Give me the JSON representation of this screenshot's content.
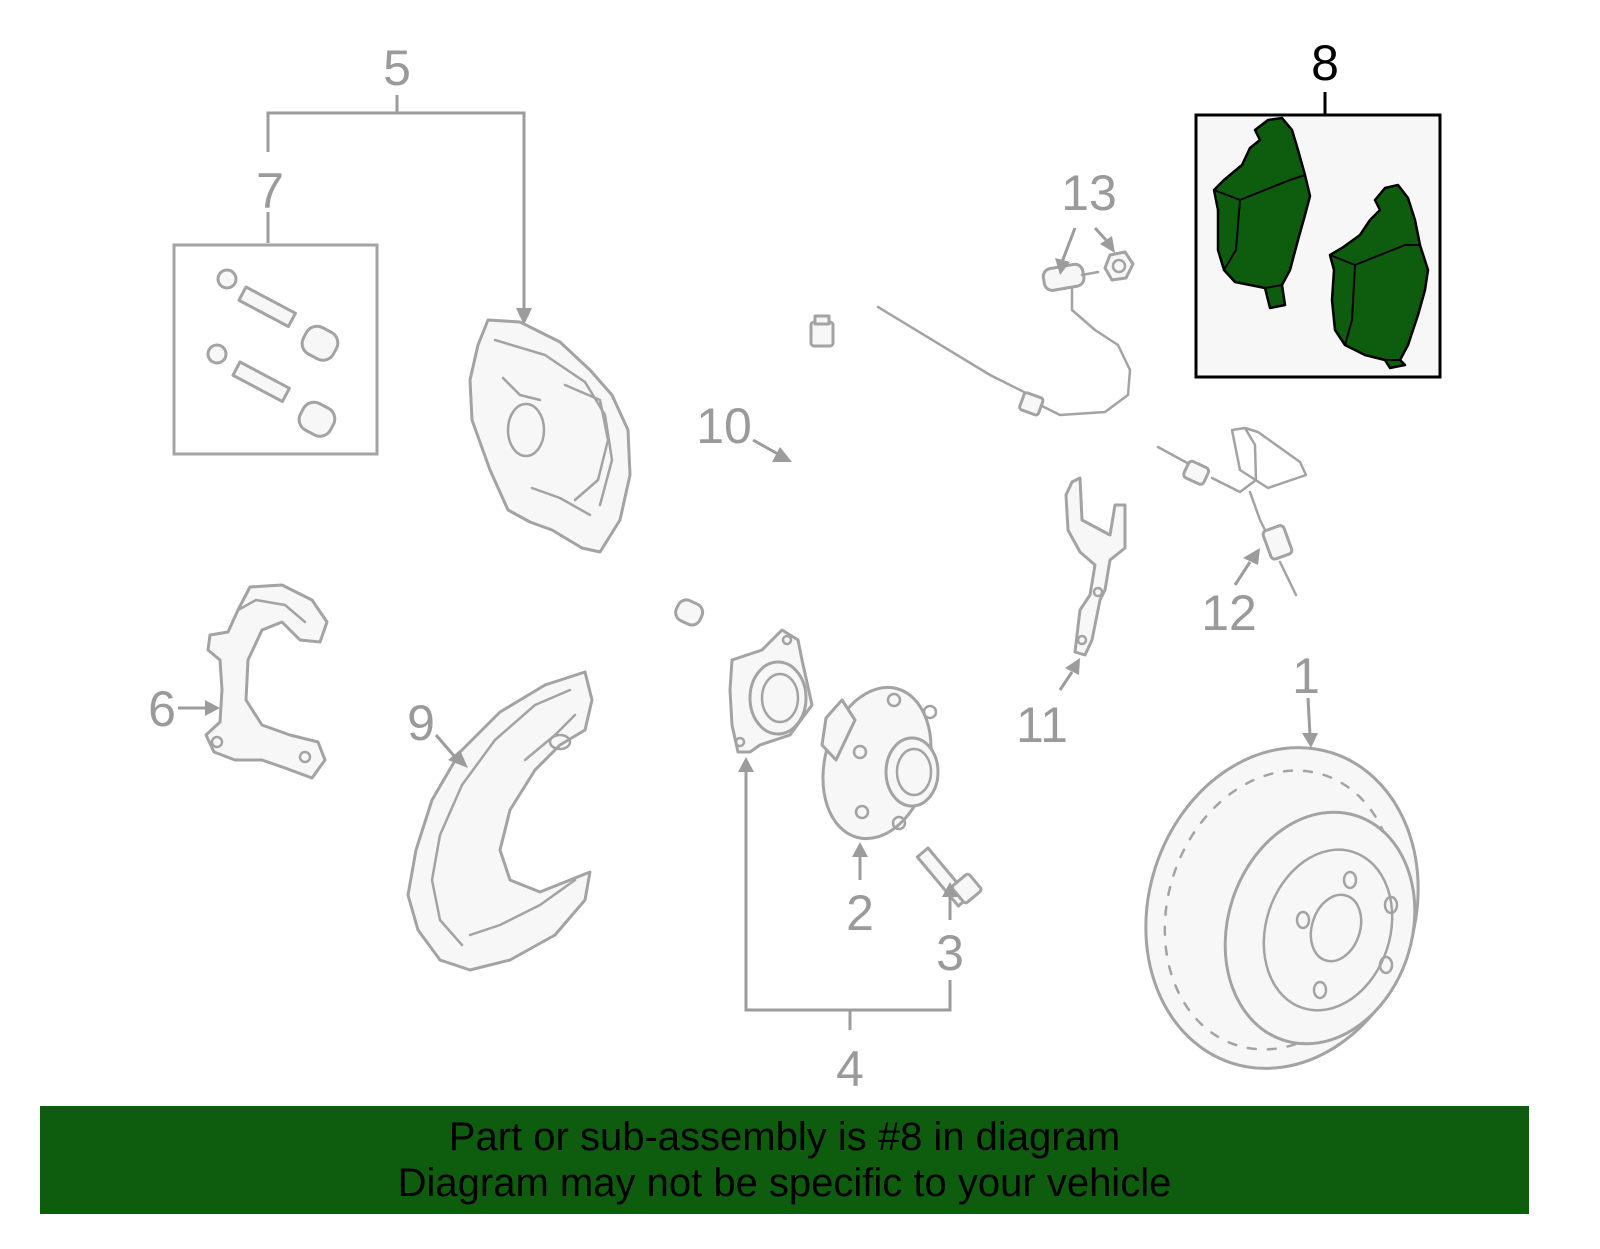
{
  "callouts": {
    "n1": "1",
    "n2": "2",
    "n3": "3",
    "n4": "4",
    "n5": "5",
    "n6": "6",
    "n7": "7",
    "n8": "8",
    "n9": "9",
    "n10": "10",
    "n11": "11",
    "n12": "12",
    "n13": "13"
  },
  "highlighted_part": "8",
  "colors": {
    "highlight_fill": "#0e5c0e",
    "banner_background": "#0e5c0e",
    "part_outline": "#a3a3a3",
    "callout_text": "#9a9a9a",
    "active_text": "#000000"
  },
  "banner": {
    "line1": "Part or sub-assembly is #8 in diagram",
    "line2": "Diagram may not be specific to your vehicle"
  }
}
